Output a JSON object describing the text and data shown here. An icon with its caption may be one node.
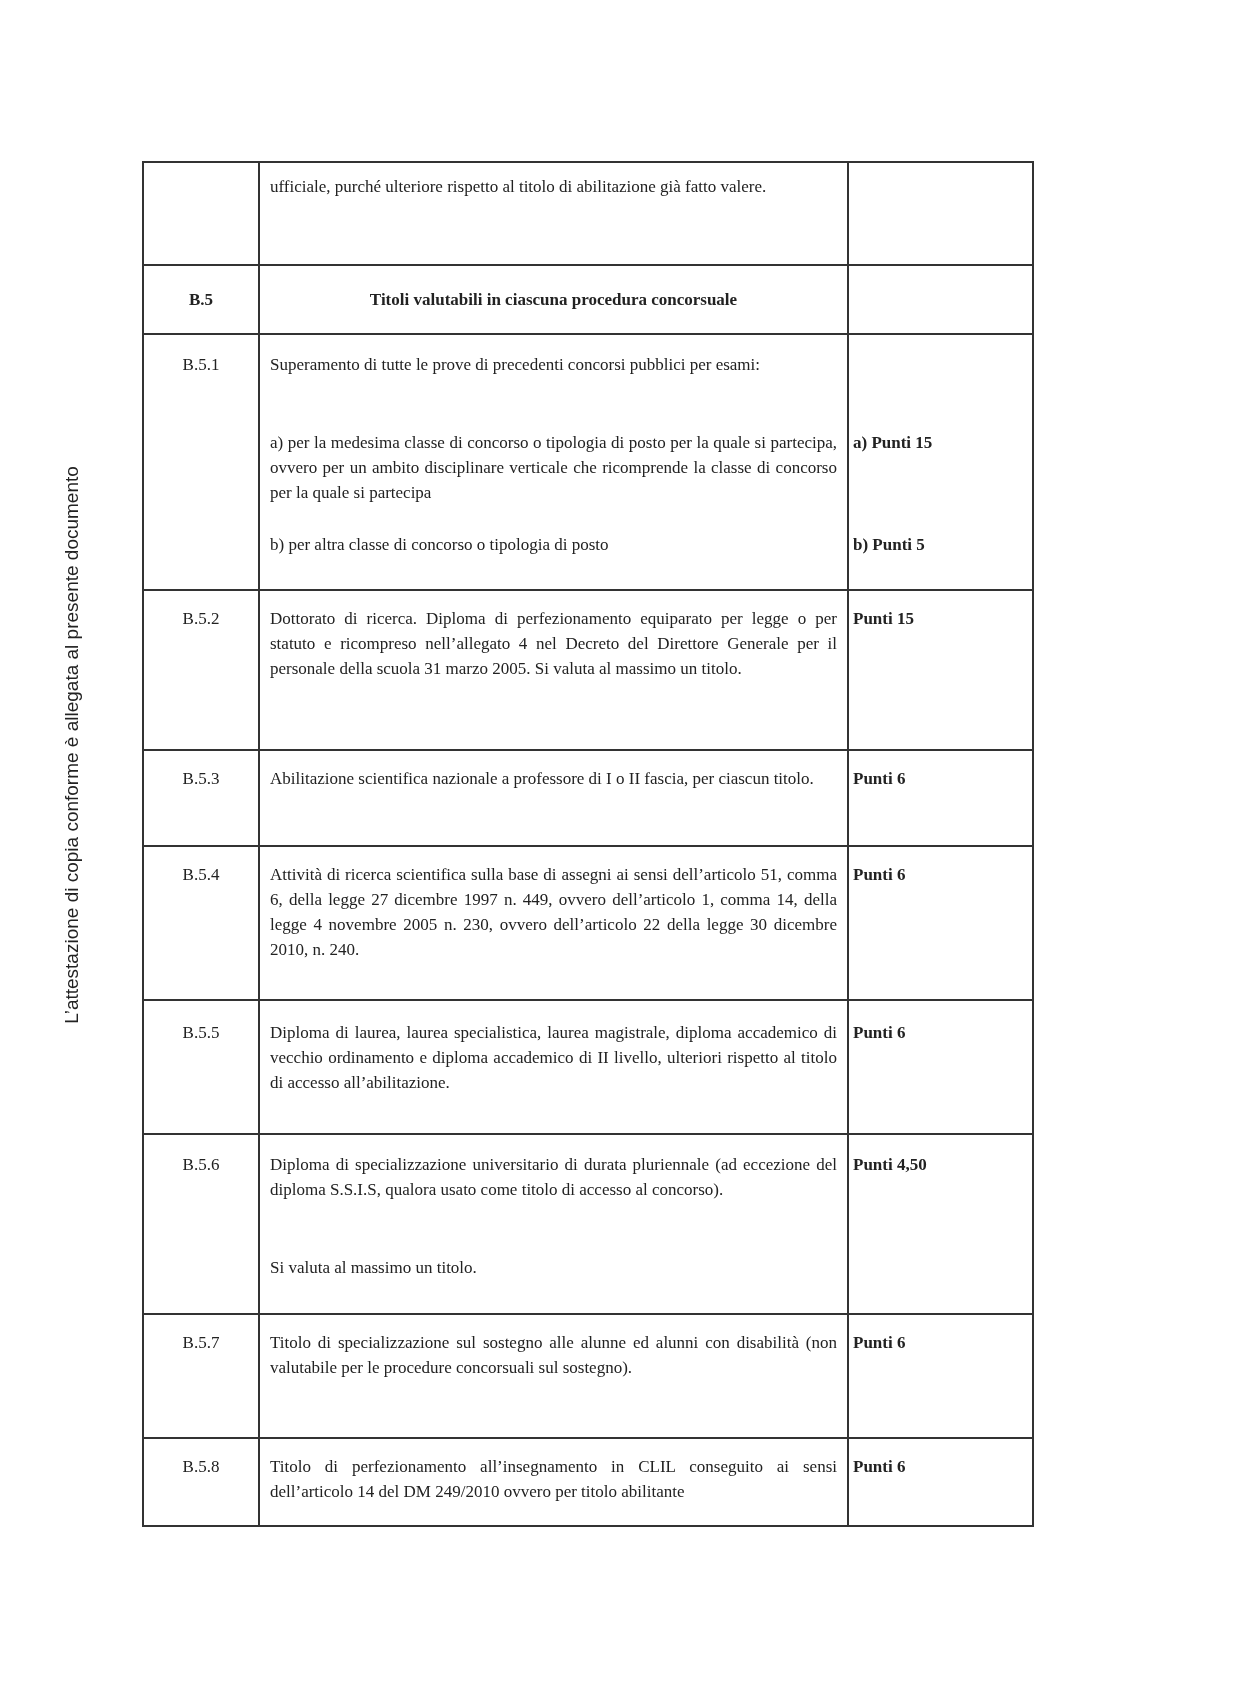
{
  "diagram": {
    "labels": [
      "ufficiale, purché ulteriore rispetto al titolo di abilitazione già fatto valere.",
      "B.5",
      "Titoli valutabili in ciascuna procedura concorsuale",
      "B.5.1",
      "Superamento di tutte le prove di precedenti concorsi pubblici per esami:",
      "a) per la medesima classe di concorso o tipologia di posto per la quale si partecipa, ovvero per un ambito disciplinare verticale che ricomprende la classe di concorso per la quale si partecipa",
      "a) Punti 15",
      "b) per altra classe di concorso o tipologia di posto",
      "b) Punti 5",
      "B.5.2",
      "Dottorato di ricerca. Diploma di perfezionamento equiparato per legge o per statuto e ricompreso nell’allegato 4 nel Decreto del Direttore Generale per il personale della scuola 31 marzo 2005. Si valuta al massimo un titolo.",
      "Punti 15",
      "B.5.3",
      "Abilitazione scientifica nazionale a professore di I o II fascia, per ciascun titolo.",
      "Punti 6",
      "B.5.4",
      "Attività di ricerca scientifica sulla base di assegni ai sensi dell’articolo 51, comma 6, della legge 27 dicembre 1997 n. 449, ovvero dell’articolo 1, comma 14, della legge 4 novembre 2005 n. 230, ovvero dell’articolo 22 della legge 30 dicembre 2010, n. 240.",
      "Punti 6",
      "B.5.5",
      "Diploma di laurea, laurea specialistica, laurea magistrale, diploma accademico di vecchio ordinamento e diploma accademico di II livello, ulteriori rispetto al titolo di accesso all’abilitazione.",
      "Punti 6",
      "B.5.6",
      "Diploma di specializzazione universitario di durata pluriennale (ad eccezione del diploma S.S.I.S, qualora usato come titolo di accesso al concorso).",
      "Si valuta al massimo un titolo.",
      "Punti 4,50",
      "B.5.7",
      "Titolo di specializzazione sul sostegno alle alunne ed alunni con disabilità (non valutabile per le procedure concorsuali sul sostegno).",
      "Punti 6",
      "B.5.8",
      "Titolo di perfezionamento all’insegnamento in CLIL conseguito ai sensi dell’articolo 14 del DM 249/2010 ovvero per titolo abilitante",
      "Punti 6",
      "L’attestazione di copia conforme è allegata al presente documento"
    ]
  }
}
